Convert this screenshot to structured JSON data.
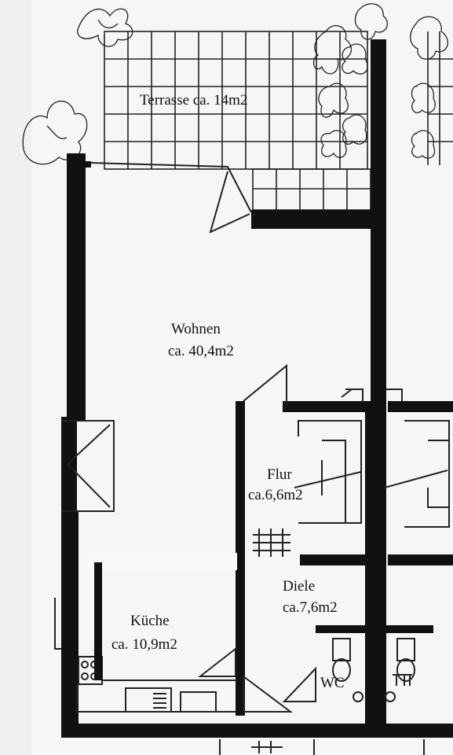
{
  "rooms": {
    "terrasse": {
      "label": "Terrasse ca. 14m2"
    },
    "wohnen": {
      "name": "Wohnen",
      "area": "ca. 40,4m2"
    },
    "flur": {
      "name": "Flur",
      "area": "ca.6,6m2"
    },
    "diele": {
      "name": "Diele",
      "area": "ca.7,6m2"
    },
    "kueche": {
      "name": "Küche",
      "area": "ca. 10,9m2"
    },
    "wc": {
      "name": "WC"
    }
  },
  "colors": {
    "wall": "#111111",
    "paper": "#f6f6f6",
    "line": "#222222"
  }
}
